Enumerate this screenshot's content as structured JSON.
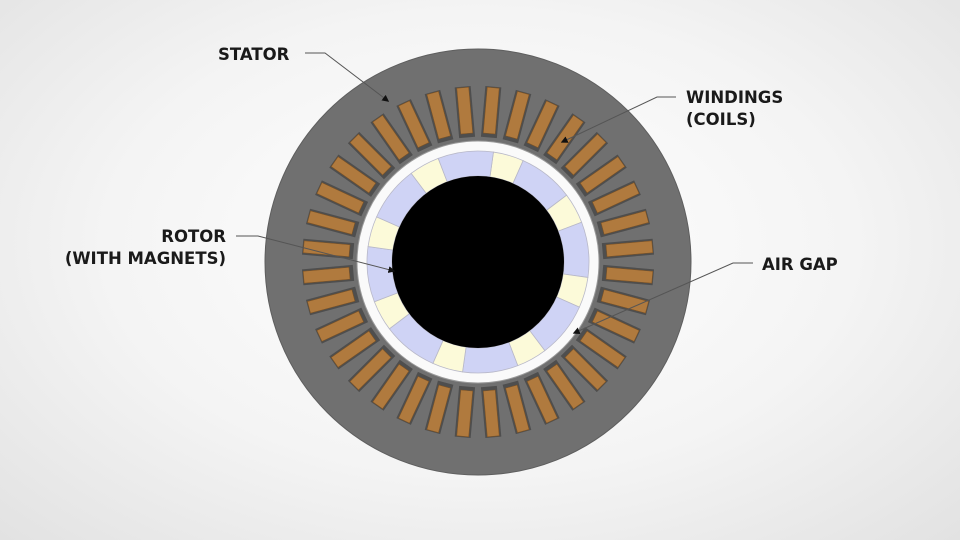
{
  "labels": {
    "stator": {
      "lines": [
        "STATOR"
      ]
    },
    "windings": {
      "lines": [
        "WINDINGS",
        "(COILS)"
      ]
    },
    "rotor": {
      "lines": [
        "ROTOR",
        "(WITH MAGNETS)"
      ]
    },
    "air_gap": {
      "lines": [
        "AIR GAP"
      ]
    }
  },
  "colors": {
    "stator": "#707070",
    "stator_edge": "#5e5e5e",
    "slot_shadow": "#4e4e4e",
    "winding": "#b07a3e",
    "winding_edge": "#7a5226",
    "air_gap": "#fafafa",
    "magnet_blue": "#cfd3f5",
    "magnet_cream": "#fcfad9",
    "magnet_edge": "#b8b8c8",
    "shaft": "#000000",
    "leader": "#555555"
  },
  "winding_count": 36
}
